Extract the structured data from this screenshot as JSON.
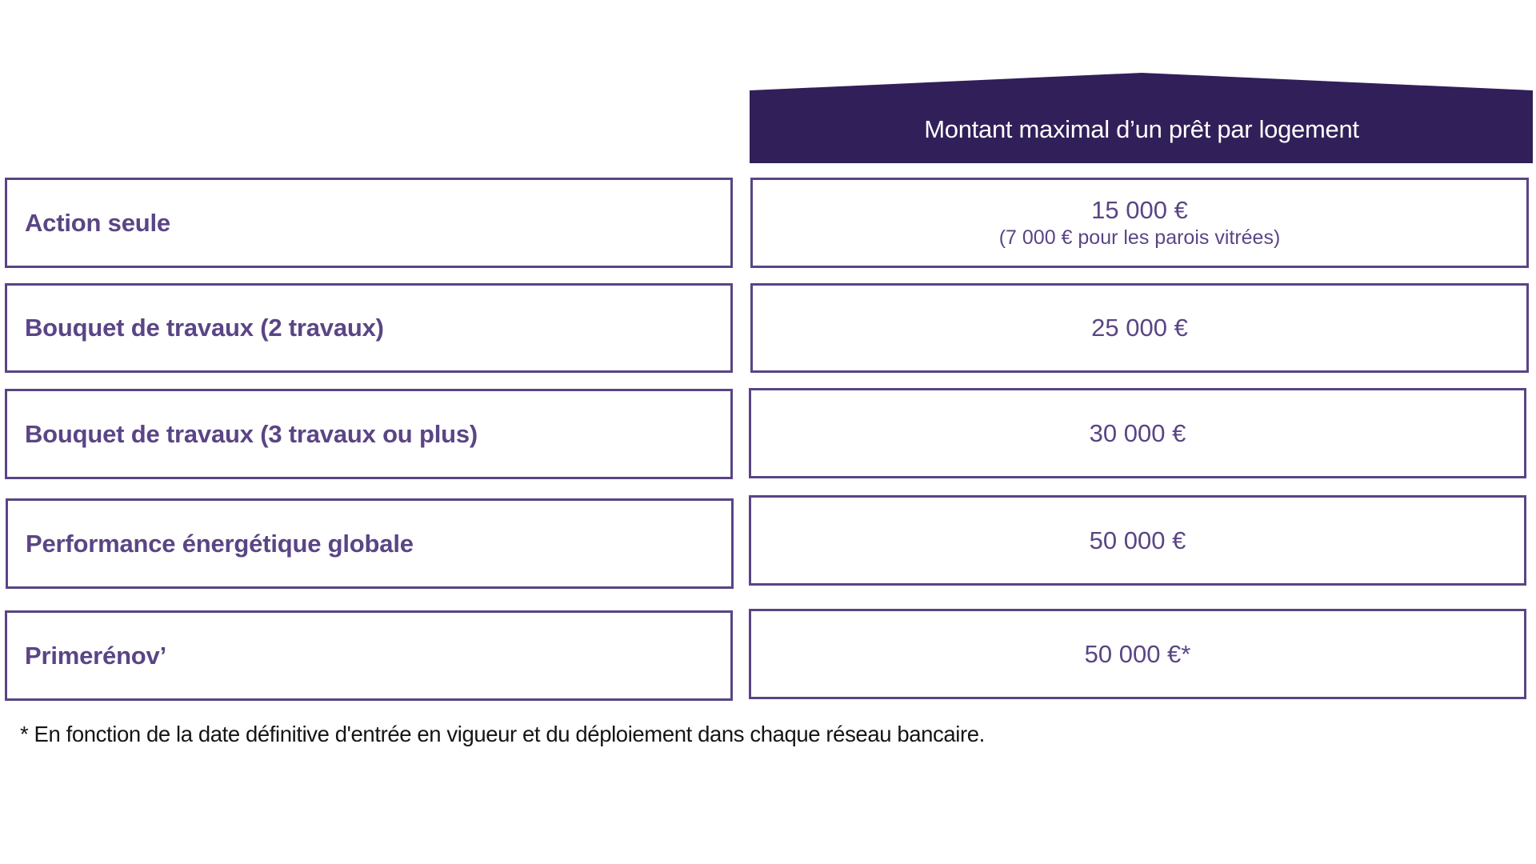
{
  "colors": {
    "header_bg": "#311f59",
    "border": "#5a4585",
    "text_accent": "#5a4585",
    "header_text": "#ffffff",
    "footnote_text": "#151515"
  },
  "header": {
    "title": "Montant maximal d’un prêt par logement"
  },
  "rows": [
    {
      "label": "Action seule",
      "value": "15 000 €",
      "note": "(7 000 € pour les parois vitrées)"
    },
    {
      "label": "Bouquet de travaux (2 travaux)",
      "value": "25 000 €"
    },
    {
      "label": "Bouquet de travaux (3 travaux ou plus)",
      "value": "30 000 €"
    },
    {
      "label": "Performance énergétique globale",
      "value": "50 000 €"
    },
    {
      "label": "Primerénov’",
      "value": "50 000 €*"
    }
  ],
  "footnote": "* En fonction de la date définitive d'entrée en vigueur et du déploiement dans chaque réseau bancaire."
}
